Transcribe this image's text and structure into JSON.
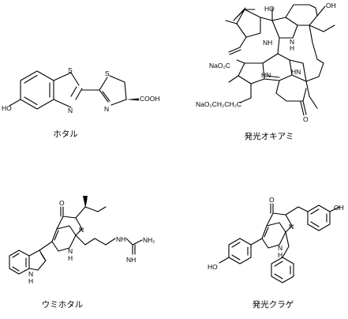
{
  "molecules": [
    {
      "caption": "ホタル",
      "atoms": {
        "ho": "HO",
        "s1": "S",
        "n1": "N",
        "s2": "S",
        "n2": "N",
        "cooh": "COOH"
      }
    },
    {
      "caption": "発光オキアミ",
      "atoms": {
        "oh_a": "HO",
        "oh_b": "OH",
        "nh_a": "NH",
        "nh_b": "N",
        "h_b": "H",
        "hn_c": "HN",
        "hn_d": "HN",
        "o": "O",
        "naco2": "NaO₂C",
        "nach": "NaO₂CH₂CH₂C"
      }
    },
    {
      "caption": "ウミホタル",
      "atoms": {
        "o": "O",
        "n_im": "N",
        "n_pz": "N",
        "h_pz": "H",
        "hn_ind": "N",
        "h_ind": "H",
        "nh": "NH",
        "nh2": "NH₂",
        "nh_imine": "NH"
      }
    },
    {
      "caption": "発光クラゲ",
      "atoms": {
        "o": "O",
        "n_im": "N",
        "n_pz": "N",
        "h_pz": "H",
        "ho": "HO",
        "oh": "OH"
      }
    }
  ]
}
